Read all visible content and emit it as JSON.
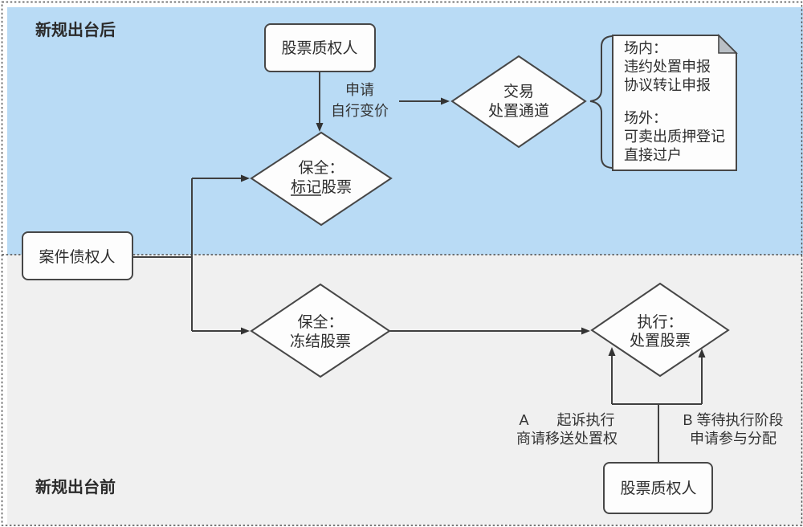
{
  "colors": {
    "region_after_bg": "#b9dbf5",
    "region_before_bg": "#f0f0f0",
    "line": "#404040",
    "node_fill": "#fdfdfd",
    "note_fill": "#f4f4f4",
    "note_fold": "#b9bfc5"
  },
  "regions": {
    "after": {
      "title": "新规出台后"
    },
    "before": {
      "title": "新规出台前"
    }
  },
  "nodes": {
    "pledgee_top": {
      "label": "股票质权人"
    },
    "creditor": {
      "label": "案件债权人"
    },
    "pledgee_bottom": {
      "label": "股票质权人"
    },
    "preserve_mark": {
      "line1": "保全：",
      "line2": "标记股票"
    },
    "trade_channel": {
      "line1": "交易",
      "line2": "处置通道"
    },
    "preserve_freeze": {
      "line1": "保全：",
      "line2": "冻结股票"
    },
    "exec_dispose": {
      "line1": "执行：",
      "line2": "处置股票"
    }
  },
  "note": {
    "lines": [
      "场内：",
      "违约处置申报",
      "协议转让申报",
      "场外：",
      "可卖出质押登记",
      "直接过户"
    ]
  },
  "edge_labels": {
    "apply": {
      "line1": "申请",
      "line2": "自行变价"
    },
    "option_a": {
      "line1": "A　　起诉执行",
      "line2": "商请移送处置权"
    },
    "option_b": {
      "line1": "B 等待执行阶段",
      "line2": "申请参与分配"
    }
  }
}
